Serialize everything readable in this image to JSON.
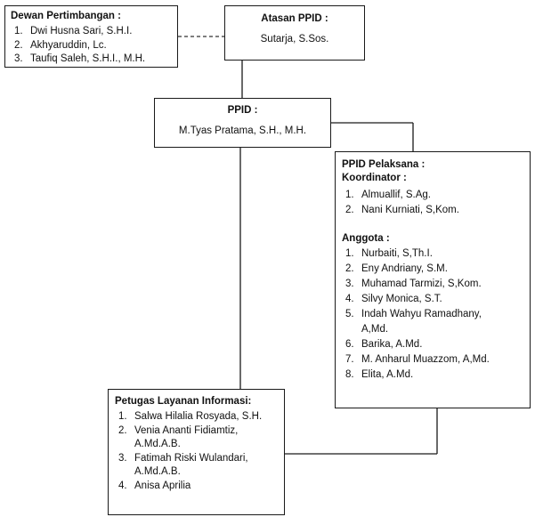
{
  "dewan": {
    "title": "Dewan Pertimbangan :",
    "members": [
      {
        "n": "1.",
        "name": "Dwi Husna Sari, S.H.I."
      },
      {
        "n": "2.",
        "name": "Akhyaruddin, Lc."
      },
      {
        "n": "3.",
        "name": "Taufiq Saleh, S.H.I., M.H."
      }
    ]
  },
  "atasan": {
    "title": "Atasan PPID :",
    "name": "Sutarja, S.Sos."
  },
  "ppid": {
    "title": "PPID :",
    "name": "M.Tyas Pratama, S.H., M.H."
  },
  "pelaksana": {
    "title": "PPID Pelaksana :",
    "koordinator_label": "Koordinator :",
    "koordinator": [
      {
        "n": "1.",
        "name": "Almuallif, S.Ag."
      },
      {
        "n": "2.",
        "name": "Nani Kurniati, S,Kom."
      }
    ],
    "anggota_label": "Anggota :",
    "anggota": [
      {
        "n": "1.",
        "name": "Nurbaiti, S,Th.I."
      },
      {
        "n": "2.",
        "name": "Eny Andriany, S.M."
      },
      {
        "n": "3.",
        "name": "Muhamad Tarmizi, S,Kom."
      },
      {
        "n": "4.",
        "name": "Silvy Monica, S.T."
      },
      {
        "n": "5.",
        "name": "Indah Wahyu Ramadhany, A,Md."
      },
      {
        "n": "6.",
        "name": "Barika, A.Md."
      },
      {
        "n": "7.",
        "name": "M. Anharul Muazzom, A,Md."
      },
      {
        "n": "8.",
        "name": "Elita, A.Md."
      }
    ]
  },
  "petugas": {
    "title": "Petugas Layanan Informasi:",
    "members": [
      {
        "n": "1.",
        "name": "Salwa Hilalia Rosyada, S.H."
      },
      {
        "n": "2.",
        "name": "Venia Ananti Fidiamtiz, A.Md.A.B."
      },
      {
        "n": "3.",
        "name": "Fatimah Riski Wulandari, A.Md.A.B."
      },
      {
        "n": "4.",
        "name": "Anisa Aprilia"
      }
    ]
  }
}
